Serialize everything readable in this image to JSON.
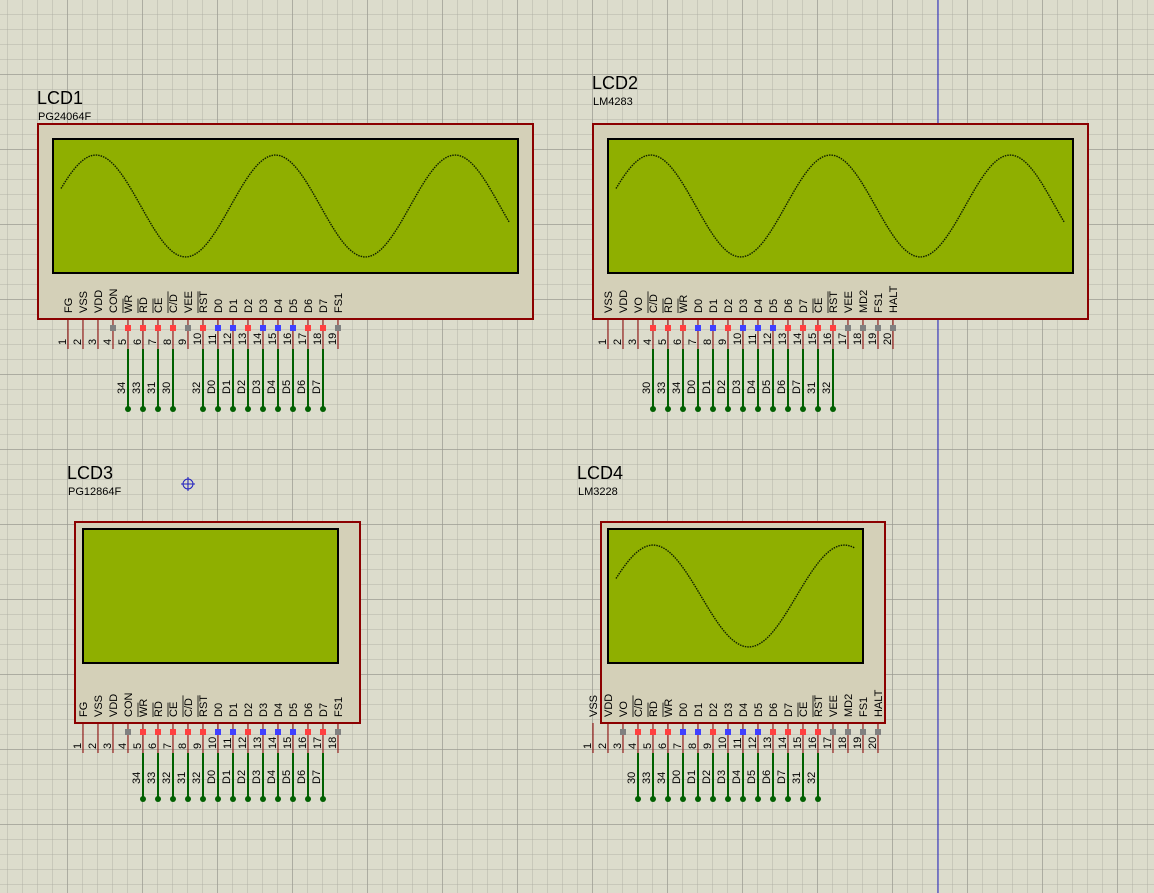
{
  "colors": {
    "body_border": "#8b0000",
    "body_fill": "#d4d0b8",
    "screen": "#8faf00",
    "wire": "#006000",
    "pin_red": "#ff4040",
    "pin_blue": "#4040ff",
    "pin_gray": "#808080"
  },
  "lcds": [
    {
      "ref": "LCD1",
      "part": "PG24064F",
      "cycles": 2.5,
      "pins": [
        "FG",
        "VSS",
        "VDD",
        "CON",
        "WR",
        "RD",
        "CE",
        "C/D",
        "VEE",
        "RST",
        "D0",
        "D1",
        "D2",
        "D3",
        "D4",
        "D5",
        "D6",
        "D7",
        "FS1"
      ],
      "pin_numbers": [
        "1",
        "2",
        "3",
        "4",
        "5",
        "6",
        "7",
        "8",
        "9",
        "10",
        "11",
        "12",
        "13",
        "14",
        "15",
        "16",
        "17",
        "18",
        "19"
      ],
      "pin_colors": [
        "none",
        "none",
        "none",
        "gray",
        "red",
        "red",
        "red",
        "red",
        "gray",
        "red",
        "blue",
        "blue",
        "red",
        "blue",
        "blue",
        "blue",
        "red",
        "red",
        "gray"
      ],
      "wired": [
        "",
        "",
        "",
        "",
        "34",
        "33",
        "31",
        "30",
        "",
        "32",
        "D0",
        "D1",
        "D2",
        "D3",
        "D4",
        "D5",
        "D6",
        "D7",
        ""
      ]
    },
    {
      "ref": "LCD2",
      "part": "LM4283",
      "cycles": 2.5,
      "pins": [
        "VSS",
        "VDD",
        "VO",
        "C/D",
        "RD",
        "WR",
        "D0",
        "D1",
        "D2",
        "D3",
        "D4",
        "D5",
        "D6",
        "D7",
        "CE",
        "RST",
        "VEE",
        "MD2",
        "FS1",
        "HALT"
      ],
      "pin_numbers": [
        "1",
        "2",
        "3",
        "4",
        "5",
        "6",
        "7",
        "8",
        "9",
        "10",
        "11",
        "12",
        "13",
        "14",
        "15",
        "16",
        "17",
        "18",
        "19",
        "20"
      ],
      "pin_colors": [
        "none",
        "none",
        "none",
        "red",
        "red",
        "red",
        "blue",
        "blue",
        "red",
        "blue",
        "blue",
        "blue",
        "red",
        "red",
        "red",
        "red",
        "gray",
        "gray",
        "gray",
        "gray"
      ],
      "wired": [
        "",
        "",
        "",
        "30",
        "33",
        "34",
        "D0",
        "D1",
        "D2",
        "D3",
        "D4",
        "D5",
        "D6",
        "D7",
        "31",
        "32",
        "",
        "",
        "",
        ""
      ]
    },
    {
      "ref": "LCD3",
      "part": "PG12864F",
      "cycles": 0,
      "pins": [
        "FG",
        "VSS",
        "VDD",
        "CON",
        "WR",
        "RD",
        "CE",
        "C/D",
        "RST",
        "D0",
        "D1",
        "D2",
        "D3",
        "D4",
        "D5",
        "D6",
        "D7",
        "FS1"
      ],
      "pin_numbers": [
        "1",
        "2",
        "3",
        "4",
        "5",
        "6",
        "7",
        "8",
        "9",
        "10",
        "11",
        "12",
        "13",
        "14",
        "15",
        "16",
        "17",
        "18"
      ],
      "pin_colors": [
        "none",
        "none",
        "none",
        "gray",
        "red",
        "red",
        "red",
        "red",
        "red",
        "blue",
        "blue",
        "red",
        "blue",
        "blue",
        "blue",
        "red",
        "red",
        "gray"
      ],
      "wired": [
        "",
        "",
        "",
        "",
        "34",
        "33",
        "32",
        "31",
        "32",
        "D0",
        "D1",
        "D2",
        "D3",
        "D4",
        "D5",
        "D6",
        "D7",
        ""
      ]
    },
    {
      "ref": "LCD4",
      "part": "LM3228",
      "cycles": 1.25,
      "pins": [
        "VSS",
        "VDD",
        "VO",
        "C/D",
        "RD",
        "WR",
        "D0",
        "D1",
        "D2",
        "D3",
        "D4",
        "D5",
        "D6",
        "D7",
        "CE",
        "RST",
        "VEE",
        "MD2",
        "FS1",
        "HALT"
      ],
      "pin_numbers": [
        "1",
        "2",
        "3",
        "4",
        "5",
        "6",
        "7",
        "8",
        "9",
        "10",
        "11",
        "12",
        "13",
        "14",
        "15",
        "16",
        "17",
        "18",
        "19",
        "20"
      ],
      "pin_colors": [
        "none",
        "none",
        "gray",
        "red",
        "red",
        "red",
        "blue",
        "blue",
        "red",
        "blue",
        "blue",
        "blue",
        "red",
        "red",
        "red",
        "red",
        "gray",
        "gray",
        "gray",
        "gray"
      ],
      "wired": [
        "",
        "",
        "",
        "30",
        "33",
        "34",
        "D0",
        "D1",
        "D2",
        "D3",
        "D4",
        "D5",
        "D6",
        "D7",
        "31",
        "32",
        "",
        "",
        "",
        ""
      ]
    }
  ]
}
